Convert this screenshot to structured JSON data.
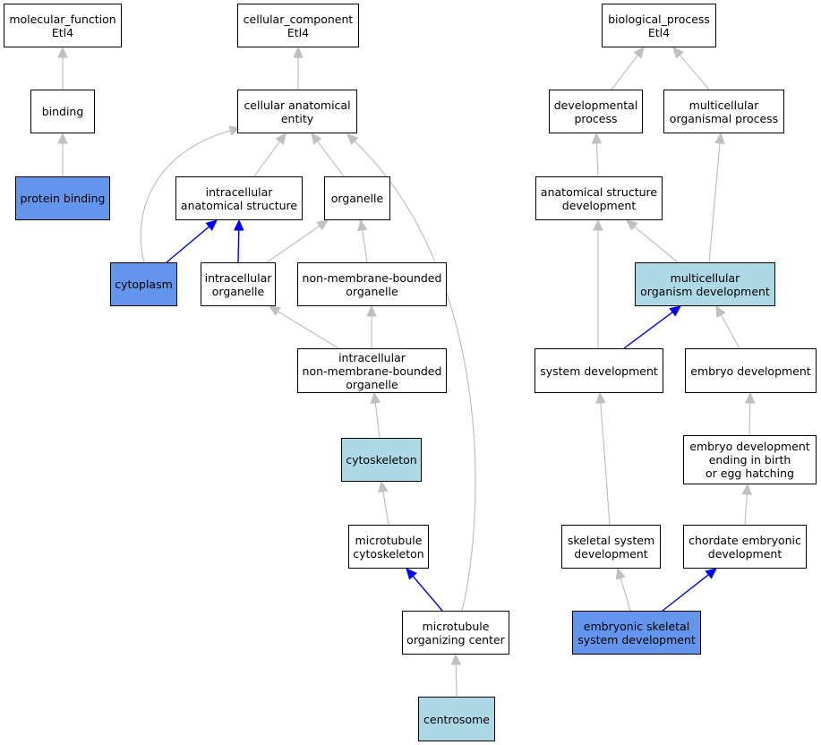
{
  "colors": {
    "default_fill": "#ffffff",
    "light_fill": "#add8e6",
    "highlight_fill": "#6495ed",
    "gray_edge": "#c0c0c0",
    "blue_edge": "#0000ff"
  },
  "nodes": {
    "mf_root": {
      "label": "molecular_function\nEtl4",
      "fill": "default"
    },
    "binding": {
      "label": "binding",
      "fill": "default"
    },
    "protein_binding": {
      "label": "protein binding",
      "fill": "highlight"
    },
    "cc_root": {
      "label": "cellular_component\nEtl4",
      "fill": "default"
    },
    "cae": {
      "label": "cellular anatomical\nentity",
      "fill": "default"
    },
    "ias": {
      "label": "intracellular\nanatomical structure",
      "fill": "default"
    },
    "organelle": {
      "label": "organelle",
      "fill": "default"
    },
    "cytoplasm": {
      "label": "cytoplasm",
      "fill": "highlight"
    },
    "io": {
      "label": "intracellular\norganelle",
      "fill": "default"
    },
    "nmbo": {
      "label": "non-membrane-bounded\norganelle",
      "fill": "default"
    },
    "inmbo": {
      "label": "intracellular\nnon-membrane-bounded\norganelle",
      "fill": "default"
    },
    "cytoskeleton": {
      "label": "cytoskeleton",
      "fill": "light"
    },
    "mtc": {
      "label": "microtubule\ncytoskeleton",
      "fill": "default"
    },
    "mtoc": {
      "label": "microtubule\norganizing center",
      "fill": "default"
    },
    "centrosome": {
      "label": "centrosome",
      "fill": "light"
    },
    "bp_root": {
      "label": "biological_process\nEtl4",
      "fill": "default"
    },
    "devproc": {
      "label": "developmental\nprocess",
      "fill": "default"
    },
    "mop": {
      "label": "multicellular\norganismal process",
      "fill": "default"
    },
    "asd": {
      "label": "anatomical structure\ndevelopment",
      "fill": "default"
    },
    "mod": {
      "label": "multicellular\norganism development",
      "fill": "light"
    },
    "sysdev": {
      "label": "system development",
      "fill": "default"
    },
    "embdev": {
      "label": "embryo development",
      "fill": "default"
    },
    "embbirth": {
      "label": "embryo development\nending in birth\nor egg hatching",
      "fill": "default"
    },
    "skeldev": {
      "label": "skeletal system\ndevelopment",
      "fill": "default"
    },
    "chordate": {
      "label": "chordate embryonic\ndevelopment",
      "fill": "default"
    },
    "embskel": {
      "label": "embryonic skeletal\nsystem development",
      "fill": "highlight"
    }
  },
  "edges": [
    {
      "from": "binding",
      "to": "mf_root",
      "color": "gray"
    },
    {
      "from": "protein_binding",
      "to": "binding",
      "color": "gray"
    },
    {
      "from": "cae",
      "to": "cc_root",
      "color": "gray"
    },
    {
      "from": "ias",
      "to": "cae",
      "color": "gray"
    },
    {
      "from": "organelle",
      "to": "cae",
      "color": "gray"
    },
    {
      "from": "cytoplasm",
      "to": "cae",
      "color": "gray"
    },
    {
      "from": "cytoplasm",
      "to": "ias",
      "color": "blue"
    },
    {
      "from": "io",
      "to": "ias",
      "color": "blue"
    },
    {
      "from": "io",
      "to": "organelle",
      "color": "gray"
    },
    {
      "from": "nmbo",
      "to": "organelle",
      "color": "gray"
    },
    {
      "from": "inmbo",
      "to": "io",
      "color": "gray"
    },
    {
      "from": "inmbo",
      "to": "nmbo",
      "color": "gray"
    },
    {
      "from": "cytoskeleton",
      "to": "inmbo",
      "color": "gray"
    },
    {
      "from": "mtc",
      "to": "cytoskeleton",
      "color": "gray"
    },
    {
      "from": "mtoc",
      "to": "mtc",
      "color": "blue"
    },
    {
      "from": "mtoc",
      "to": "cae",
      "color": "gray"
    },
    {
      "from": "centrosome",
      "to": "mtoc",
      "color": "gray"
    },
    {
      "from": "devproc",
      "to": "bp_root",
      "color": "gray"
    },
    {
      "from": "mop",
      "to": "bp_root",
      "color": "gray"
    },
    {
      "from": "asd",
      "to": "devproc",
      "color": "gray"
    },
    {
      "from": "mod",
      "to": "asd",
      "color": "gray"
    },
    {
      "from": "mod",
      "to": "mop",
      "color": "gray"
    },
    {
      "from": "sysdev",
      "to": "asd",
      "color": "gray"
    },
    {
      "from": "sysdev",
      "to": "mod",
      "color": "blue"
    },
    {
      "from": "embdev",
      "to": "mod",
      "color": "gray"
    },
    {
      "from": "embbirth",
      "to": "embdev",
      "color": "gray"
    },
    {
      "from": "skeldev",
      "to": "sysdev",
      "color": "gray"
    },
    {
      "from": "chordate",
      "to": "embbirth",
      "color": "gray"
    },
    {
      "from": "embskel",
      "to": "skeldev",
      "color": "gray"
    },
    {
      "from": "embskel",
      "to": "chordate",
      "color": "blue"
    }
  ]
}
